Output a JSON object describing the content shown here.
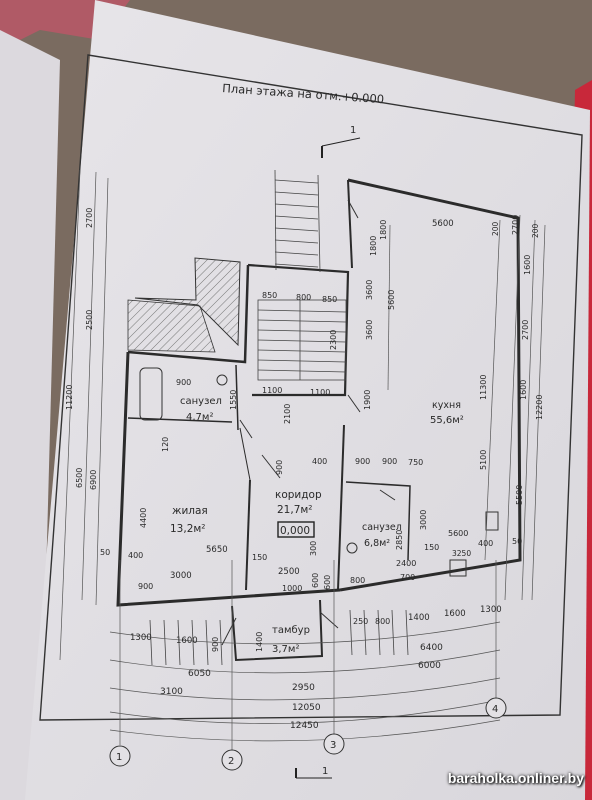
{
  "title": "План этажа на отм.+0.000",
  "section_mark": "1",
  "rooms": [
    {
      "id": "sanuzel1",
      "name": "санузел",
      "area": "4,7м²"
    },
    {
      "id": "zhilaya",
      "name": "жилая",
      "area": "13,2м²"
    },
    {
      "id": "koridor",
      "name": "коридор",
      "area": "21,7м²"
    },
    {
      "id": "kuhnya",
      "name": "кухня",
      "area": "55,6м²"
    },
    {
      "id": "sanuzel2",
      "name": "санузел",
      "area": "6,8м²"
    },
    {
      "id": "tambur",
      "name": "тамбур",
      "area": "3,7м²"
    }
  ],
  "level_mark": "0,000",
  "axes": [
    "1",
    "2",
    "3",
    "4"
  ],
  "dims": {
    "top": [
      "5600",
      "200",
      "200"
    ],
    "stair": [
      "850",
      "800",
      "850",
      "1100",
      "1100",
      "3600",
      "2300",
      "1800",
      "2100"
    ],
    "left_chain": [
      "2700",
      "2500",
      "6900",
      "11200",
      "6500"
    ],
    "right_chain": [
      "1600",
      "2700",
      "1600",
      "5500",
      "12200",
      "11300",
      "5100",
      "3600",
      "5600",
      "2700",
      "1800",
      "1900"
    ],
    "mid": [
      "400",
      "900",
      "900",
      "750",
      "900",
      "1550",
      "120",
      "900",
      "4400",
      "3000",
      "2850",
      "150",
      "5650",
      "400",
      "150",
      "300",
      "3000",
      "2500",
      "2400",
      "900",
      "1000",
      "800",
      "700",
      "600",
      "600",
      "3250",
      "5600",
      "400",
      "50",
      "50"
    ],
    "bottom_row1": [
      "1300",
      "1600",
      "900",
      "1400",
      "250",
      "800",
      "1400",
      "1600",
      "1300"
    ],
    "bottom_row2": [
      "6050",
      "6400"
    ],
    "bottom_row3": [
      "3100",
      "2950",
      "6000"
    ],
    "bottom_row4": [
      "12050"
    ],
    "bottom_row5": [
      "12450"
    ]
  },
  "watermark": "baraholka.onliner.by"
}
